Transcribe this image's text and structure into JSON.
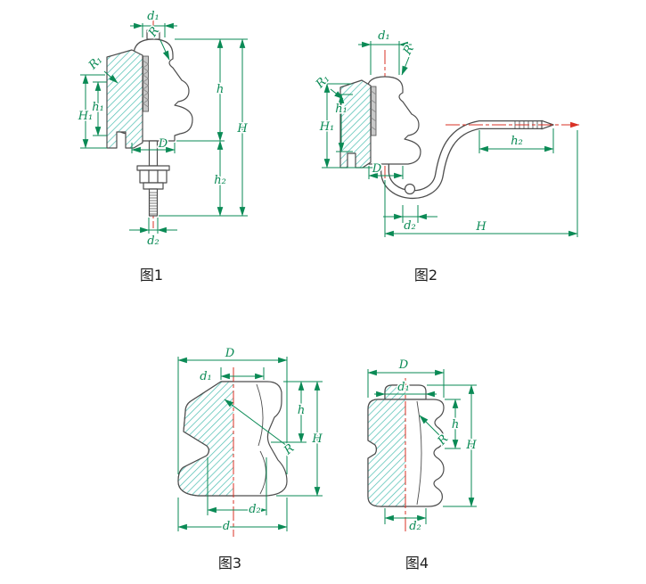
{
  "colors": {
    "dimension_green": "#0a8a55",
    "centerline_red": "#d93025",
    "outline_gray": "#4d4d4d",
    "hatch_teal": "#49bdb0",
    "background": "#ffffff"
  },
  "figure1": {
    "caption": "图1",
    "labels": {
      "d1": "d₁",
      "r": "R",
      "r1": "R₁",
      "h1": "h₁",
      "H1": "H₁",
      "D": "D",
      "h": "h",
      "H": "H",
      "h2": "h₂",
      "d2": "d₂"
    }
  },
  "figure2": {
    "caption": "图2",
    "labels": {
      "d1": "d₁",
      "r": "R",
      "r1": "R₁",
      "h1": "h₁",
      "H1": "H₁",
      "D": "D",
      "h2": "h₂",
      "d2": "d₂",
      "H": "H"
    }
  },
  "figure3": {
    "caption": "图3",
    "labels": {
      "D": "D",
      "d1": "d₁",
      "h": "h",
      "H": "H",
      "r": "R",
      "d2": "d₂",
      "d": "d"
    }
  },
  "figure4": {
    "caption": "图4",
    "labels": {
      "D": "D",
      "d1": "d₁",
      "r": "R",
      "h": "h",
      "H": "H",
      "d2": "d₂"
    }
  }
}
